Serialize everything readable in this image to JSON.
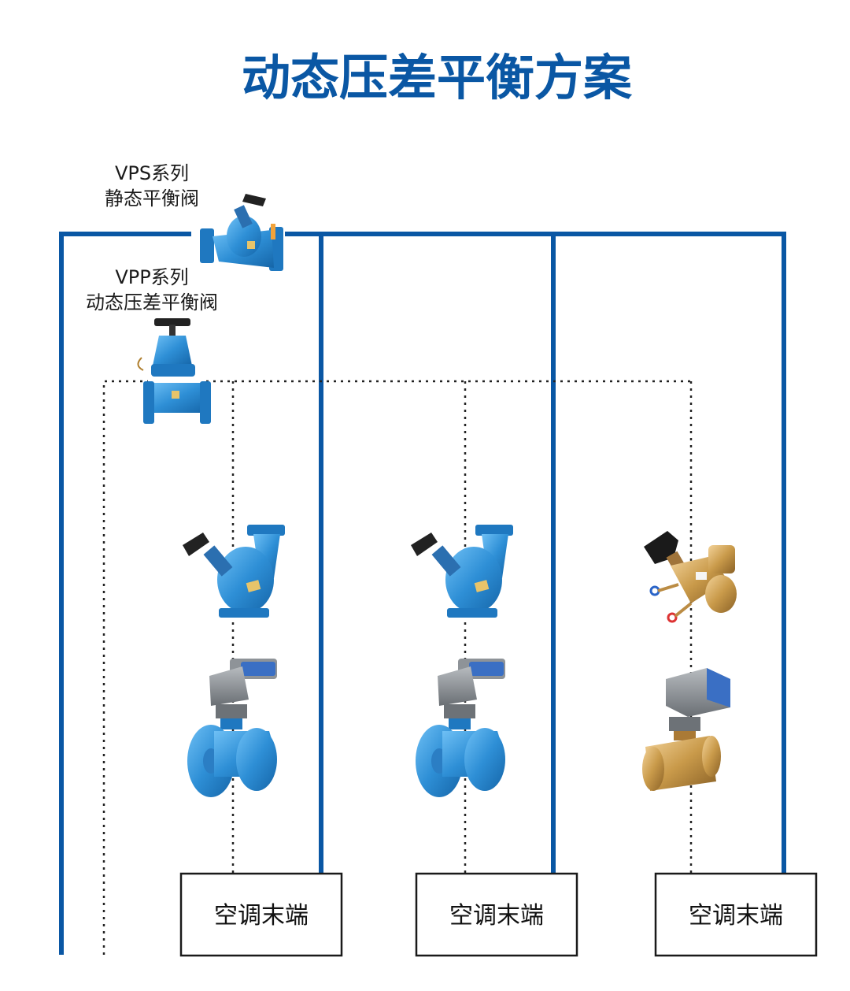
{
  "title": "动态压差平衡方案",
  "static_valve": {
    "series": "VPS系列",
    "name": "静态平衡阀"
  },
  "dp_valve": {
    "series": "VPP系列",
    "name": "动态压差平衡阀"
  },
  "terminals": [
    "空调末端",
    "空调末端",
    "空调末端"
  ],
  "colors": {
    "title": "#0a57a4",
    "main_pipe": "#0a57a4",
    "valve_blue": "#2e8fd6",
    "brass": "#c99a4a",
    "actuator_grey": "#7f8489",
    "actuator_blue": "#3a6fc4"
  },
  "icons": [
    "static-balancing-valve-icon",
    "dp-balancing-valve-icon",
    "motorized-valve-icon",
    "brass-balancing-valve-icon",
    "brass-motorized-valve-icon"
  ]
}
